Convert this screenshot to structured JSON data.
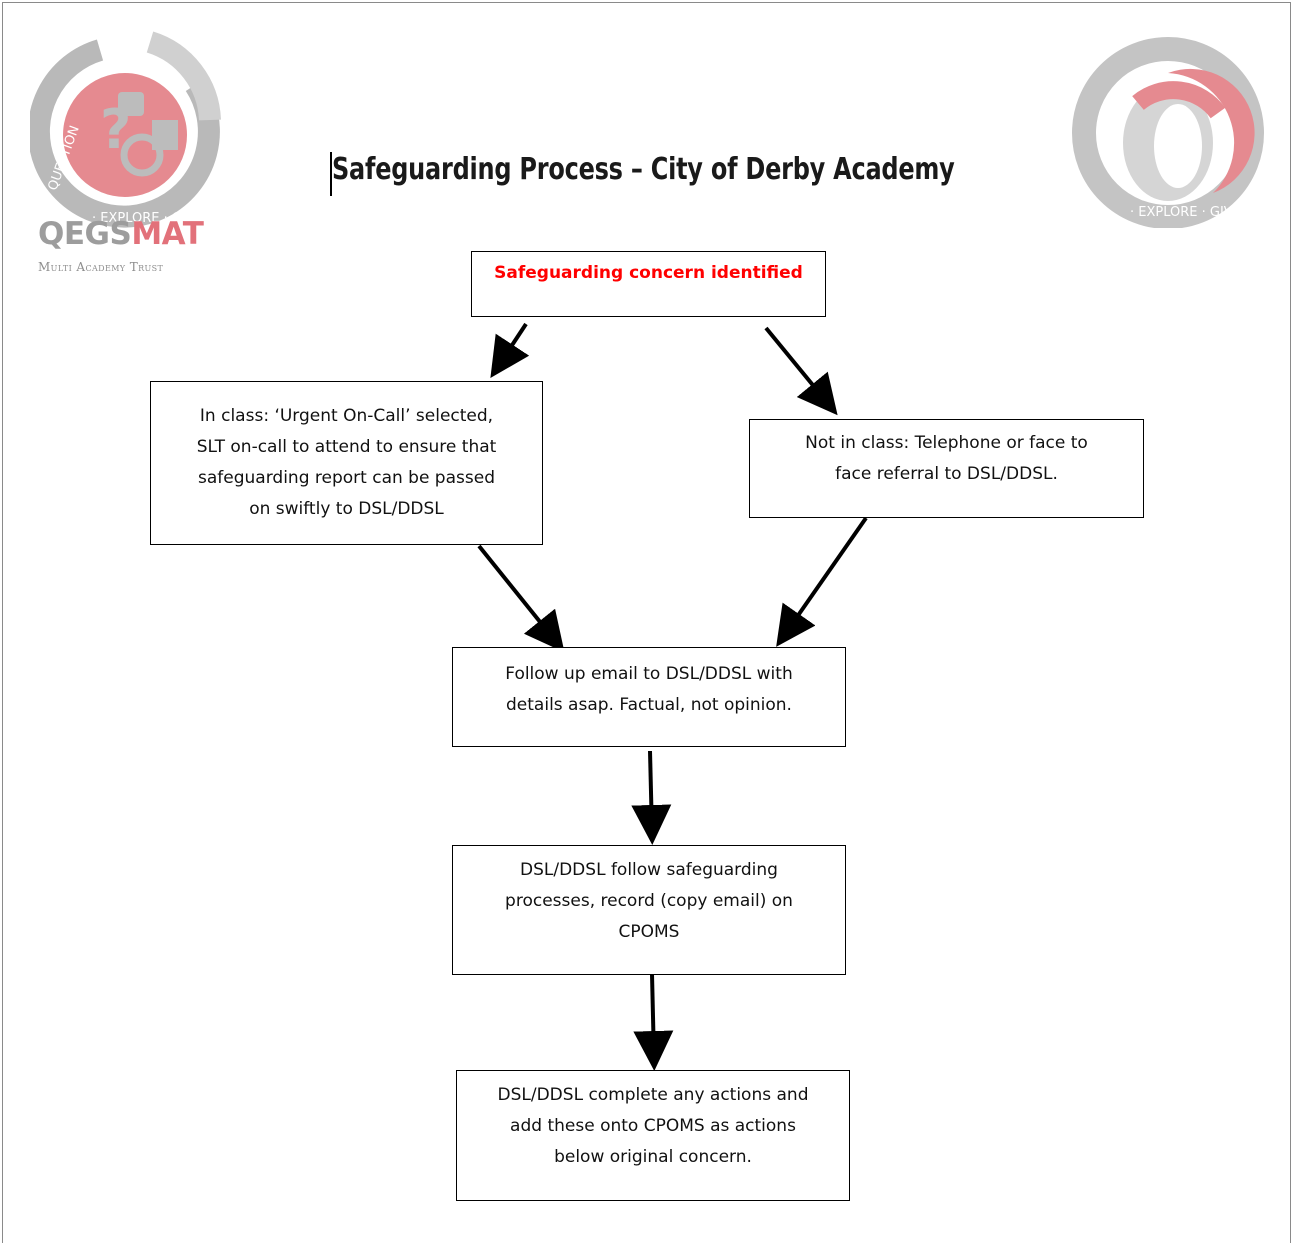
{
  "title": "Safeguarding Process – City of Derby Academy",
  "logo": {
    "wordmark_part1": "QEGS",
    "wordmark_part2": "MAT",
    "subtitle": "Multi Academy Trust",
    "ring_text": "Question · Explore · Give · Succeed"
  },
  "colors": {
    "grey": "#9d9d9d",
    "pink": "#e2717a",
    "red_text": "#ff0000"
  },
  "flow": {
    "concern": "Safeguarding concern identified",
    "in_class": [
      "In class: ‘Urgent On-Call’ selected,",
      "SLT on-call to attend to ensure that",
      "safeguarding report can be passed",
      "on swiftly to DSL/DDSL"
    ],
    "not_in_class": [
      "Not in class: Telephone or face to",
      "face referral to DSL/DDSL."
    ],
    "follow_up": [
      "Follow up email to DSL/DDSL with",
      "details asap. Factual, not opinion."
    ],
    "dsl_follow": [
      "DSL/DDSL follow safeguarding",
      "processes, record (copy email) on",
      "CPOMS"
    ],
    "dsl_complete": [
      "DSL/DDSL complete any actions and",
      "add these onto CPOMS as actions",
      "below original concern."
    ]
  }
}
